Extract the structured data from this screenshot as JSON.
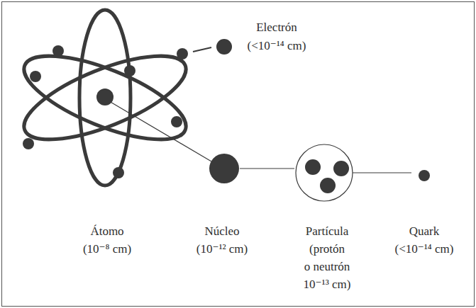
{
  "diagram": {
    "labels": [
      "Electrón",
      "(<10⁻¹⁴ cm)",
      "Átomo",
      "(10⁻⁸ cm)",
      "Núcleo",
      "(10⁻¹² cm)",
      "Partícula",
      "(protón o neutrón 10⁻¹³ cm)",
      "Quark",
      "(<10⁻¹⁴ cm)"
    ]
  }
}
